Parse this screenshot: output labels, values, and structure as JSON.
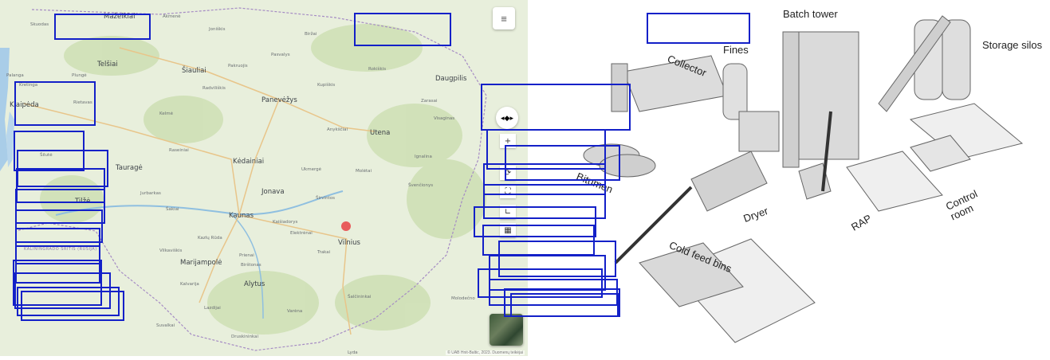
{
  "map": {
    "cities": [
      "Šiauliai",
      "Panevėžys",
      "Klaipėda",
      "Kaunas",
      "Vilnius",
      "Alytus",
      "Marijampolė",
      "Tauragė",
      "Telšiai",
      "Utena",
      "Kėdainiai",
      "Jonava",
      "Mažeikiai",
      "Daugpilis",
      "Tilžė"
    ],
    "towns": [
      "Skuodas",
      "Plungė",
      "Palanga",
      "Kretinga",
      "Rietavas",
      "Šilutė",
      "Pakruojis",
      "Biržai",
      "Pasvalys",
      "Kupiškis",
      "Rokiškis",
      "Zarasai",
      "Anykščiai",
      "Ukmergė",
      "Molėtai",
      "Ignalina",
      "Švenčionys",
      "Širvintos",
      "Kaišiadorys",
      "Elektrėnai",
      "Trakai",
      "Prienai",
      "Kazlų Rūda",
      "Vilkaviškis",
      "Kalvarija",
      "Lazdijai",
      "Varėna",
      "Šalčininkai",
      "Druskininkai",
      "Jurbarkas",
      "Šakiai",
      "Raseiniai",
      "Kelmė",
      "Joniškis",
      "Akmenė",
      "Radviliškis",
      "Birštonas",
      "Visaginas",
      "Suvalkai",
      "Lyda",
      "Molodečno"
    ],
    "region_label": "KALININGRADO SRITIS (RUSIJA)",
    "attribution": "© UAB Hnit-Baltic, 2023. Duomenų teikėjai",
    "menu_icon": "hamburger-icon",
    "controls": [
      "compass-icon",
      "zoom-in-icon",
      "rotate-icon",
      "fullscreen-icon",
      "measure-icon",
      "layers-icon"
    ],
    "zoom_in_label": "+",
    "marker_color": "#e85c5c"
  },
  "diagram": {
    "labels": {
      "batch_tower": "Batch tower",
      "storage_silos": "Storage silos",
      "fines": "Fines",
      "collector": "Collector",
      "bitumen": "Bitumen",
      "dryer": "Dryer",
      "rap": "RAP",
      "control_room": "Control room",
      "cold_feed_bins": "Cold feed bins"
    }
  },
  "annotation_color": "#1320c8"
}
